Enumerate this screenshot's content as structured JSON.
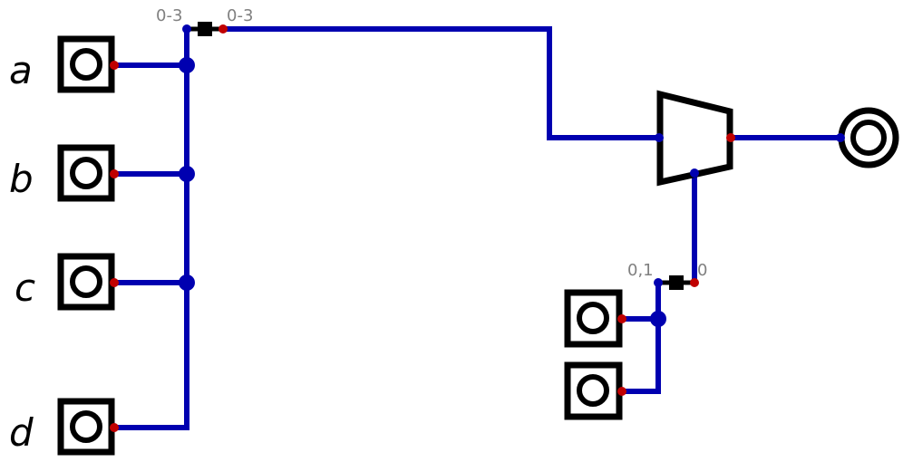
{
  "inputs": [
    {
      "label": "a"
    },
    {
      "label": "b"
    },
    {
      "label": "c"
    },
    {
      "label": "d"
    }
  ],
  "splitter_top": {
    "left_label": "0-3",
    "right_label": "0-3"
  },
  "splitter_select": {
    "left_label": "0,1",
    "right_label": "0"
  },
  "colors": {
    "wire": "#0000b0",
    "pin_out": "#c00000",
    "component": "#000000",
    "label": "#808080"
  }
}
